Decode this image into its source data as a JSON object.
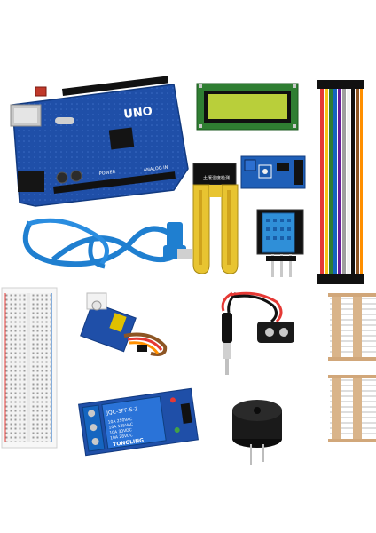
{
  "uno_board": {
    "brand_text": "UNO",
    "power_text": "POWER",
    "analog_text": "ANALOG IN"
  },
  "soil_sensor": {
    "label_text": "土壤湿度检测"
  },
  "relay_module": {
    "model_text": "JQC-3FF-S-Z",
    "brand_text": "TONGLING",
    "rating_lines": [
      "10A 250VAC",
      "10A 125VAC",
      "10A 30VDC",
      "10A 28VDC"
    ]
  },
  "colors": {
    "board_blue": "#1f4fa8",
    "usb_cable_blue": "#1f7fd0",
    "lcd_green": "#b9cf3a",
    "dht_blue": "#2f8fd8",
    "jumper_wires": [
      "#e53935",
      "#f5c518",
      "#2e7d32",
      "#1565c0",
      "#6a1b9a",
      "#9e9e9e",
      "#ffffff",
      "#111111",
      "#8d5524",
      "#ff8f00"
    ]
  }
}
